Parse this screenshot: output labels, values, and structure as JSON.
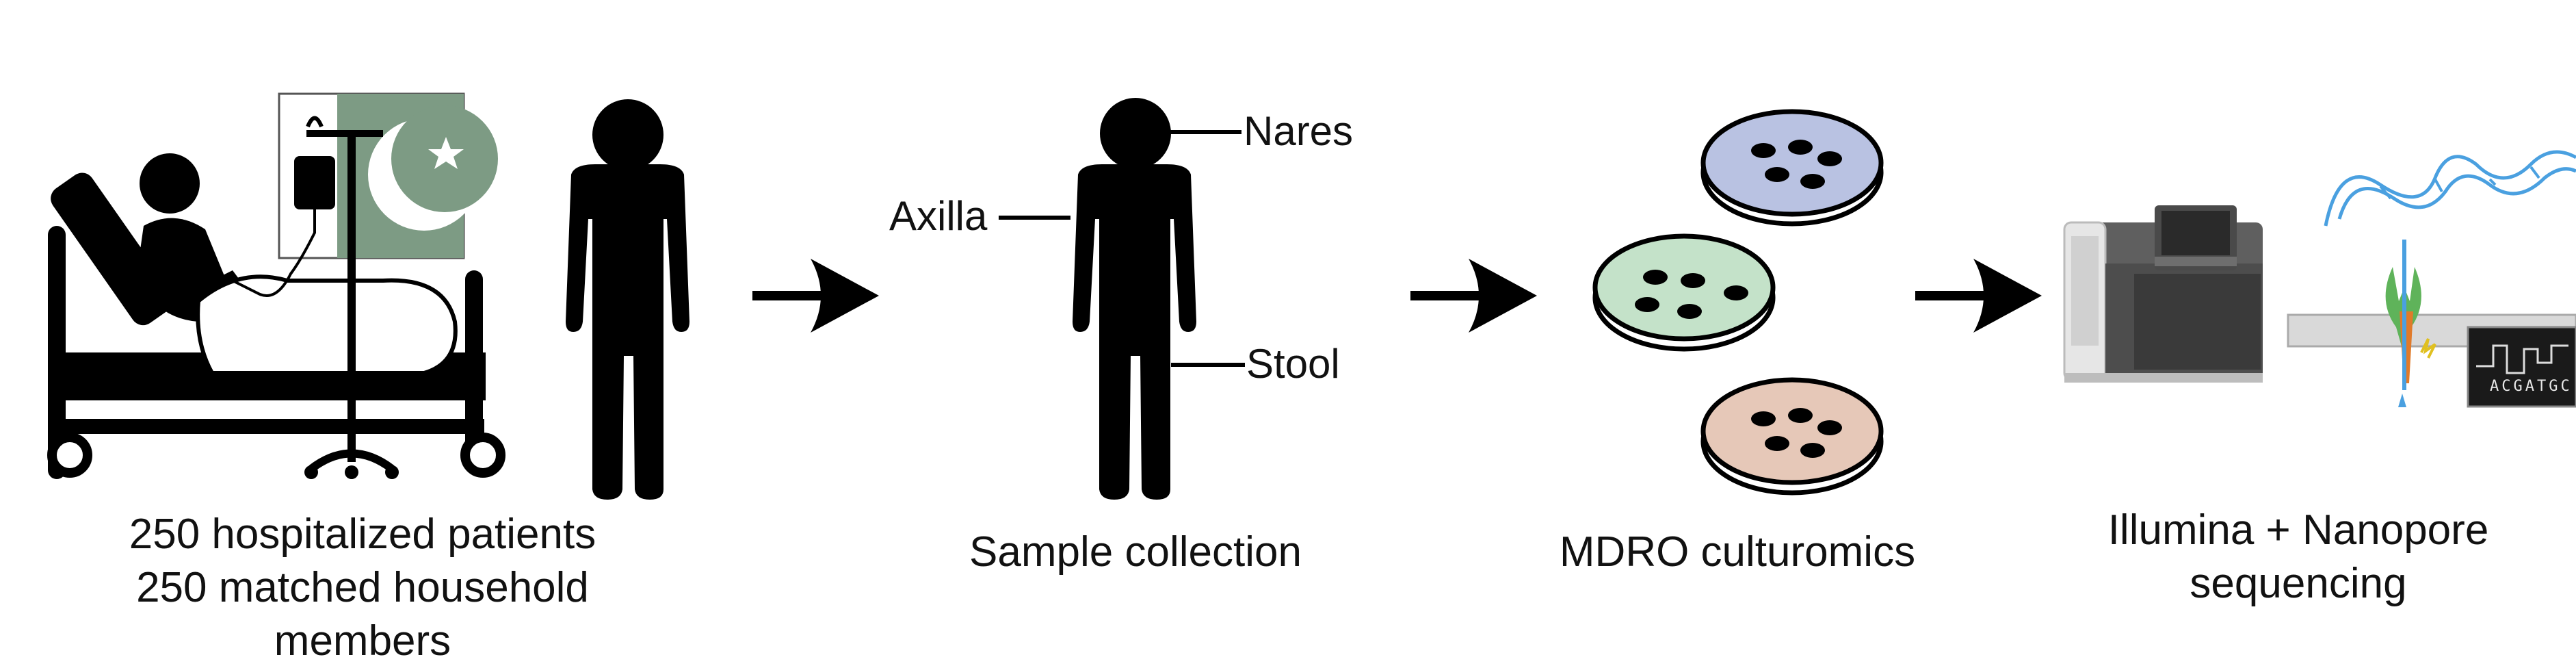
{
  "steps": [
    {
      "caption_lines": [
        "250 hospitalized patients",
        "250 matched household members"
      ]
    },
    {
      "caption_lines": [
        "Sample collection"
      ],
      "sites": {
        "nares": "Nares",
        "axilla": "Axilla",
        "stool": "Stool"
      }
    },
    {
      "caption_lines": [
        "MDRO culturomics"
      ],
      "plate_colors": [
        "#b9c2e2",
        "#c4e2c9",
        "#e6c8b8"
      ]
    },
    {
      "caption_lines": [
        "Illumina + Nanopore",
        "sequencing"
      ],
      "readout": "ACGATGC····"
    }
  ],
  "colors": {
    "ink": "#000000",
    "flag_green": "#7d9b84",
    "sequencer_body": "#6b6b6b",
    "sequencer_dark": "#3a3a3a",
    "dna_blue": "#4aa0e0",
    "pore_green": "#5fb35a",
    "pore_orange": "#e07a2a"
  },
  "icons": [
    "hospital-bed-icon",
    "iv-drip-icon",
    "pakistan-flag-icon",
    "person-icon",
    "arrow-right-icon",
    "petri-dish-icon",
    "sequencer-icon",
    "nanopore-icon",
    "dna-helix-icon"
  ]
}
